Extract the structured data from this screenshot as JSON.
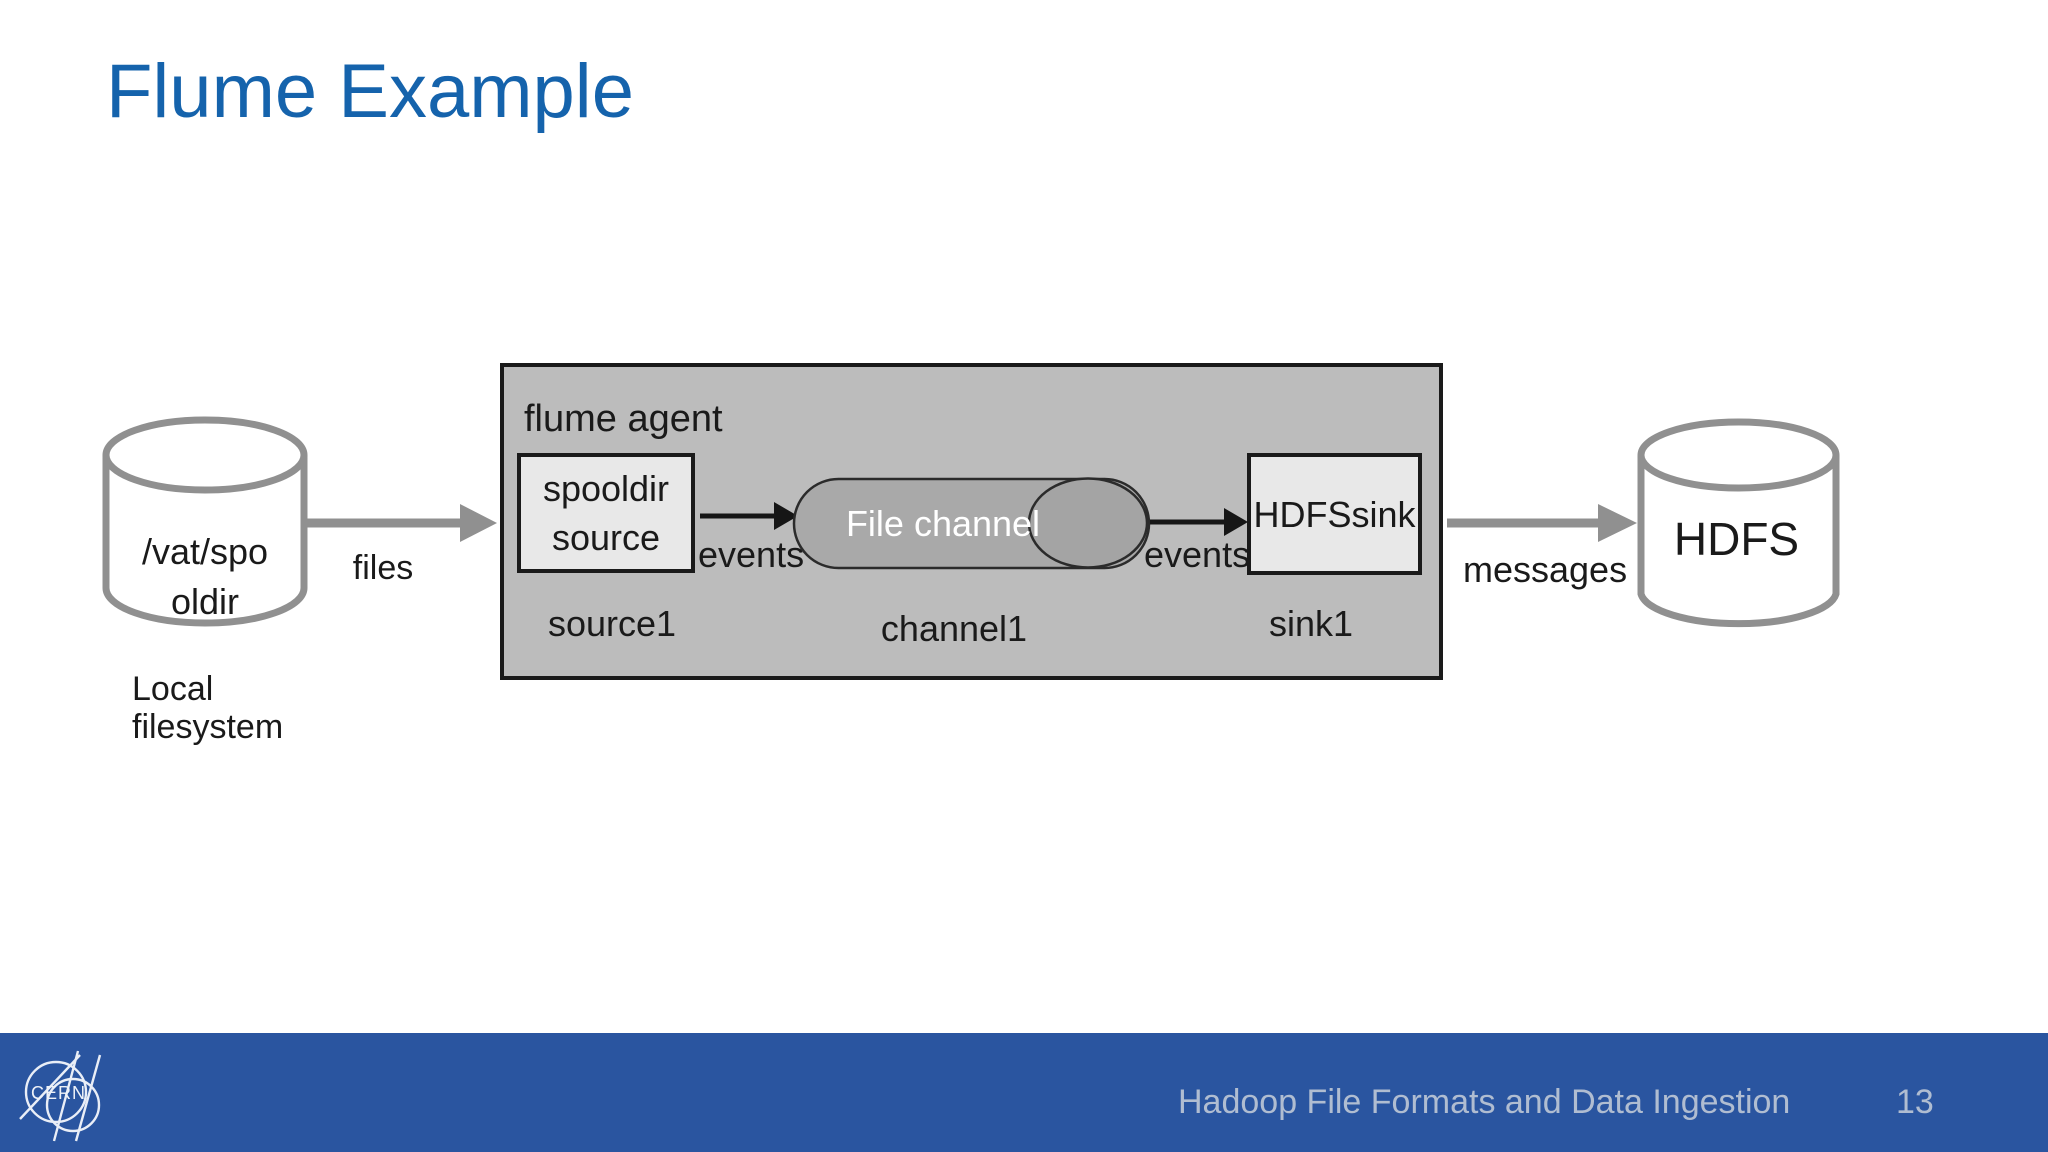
{
  "slide": {
    "title": "Flume Example",
    "title_color": "#1563ac",
    "background_color": "#ffffff"
  },
  "diagram": {
    "local_filesystem": {
      "cylinder_label_line1": "/vat/spo",
      "cylinder_label_line2": "oldir",
      "caption_line1": "Local",
      "caption_line2": "filesystem"
    },
    "flume_agent": {
      "title": "flume agent",
      "source_box_line1": "spooldir",
      "source_box_line2": "source",
      "source_name": "source1",
      "channel_label": "File channel",
      "channel_name": "channel1",
      "sink_box_label": "HDFSsink",
      "sink_name": "sink1"
    },
    "flow_labels": {
      "files": "files",
      "events_left": "events",
      "events_right": "events",
      "messages": "messages"
    },
    "hdfs": {
      "label": "HDFS"
    },
    "colors": {
      "agent_box_fill": "#bcbcbc",
      "agent_box_border": "#1a1a1a",
      "inner_box_fill": "#e8e8e8",
      "channel_fill": "#a9a9a9",
      "channel_cap_fill": "#a4a4a4",
      "cylinder_outline": "#909090",
      "gray_arrow": "#909090",
      "black_arrow": "#161616",
      "channel_text": "#ffffff"
    }
  },
  "footer": {
    "text": "Hadoop File Formats and Data Ingestion",
    "page_number": "13",
    "bar_color": "#2a55a0",
    "text_color": "#b0bdd1",
    "logo_text": "CERN"
  }
}
